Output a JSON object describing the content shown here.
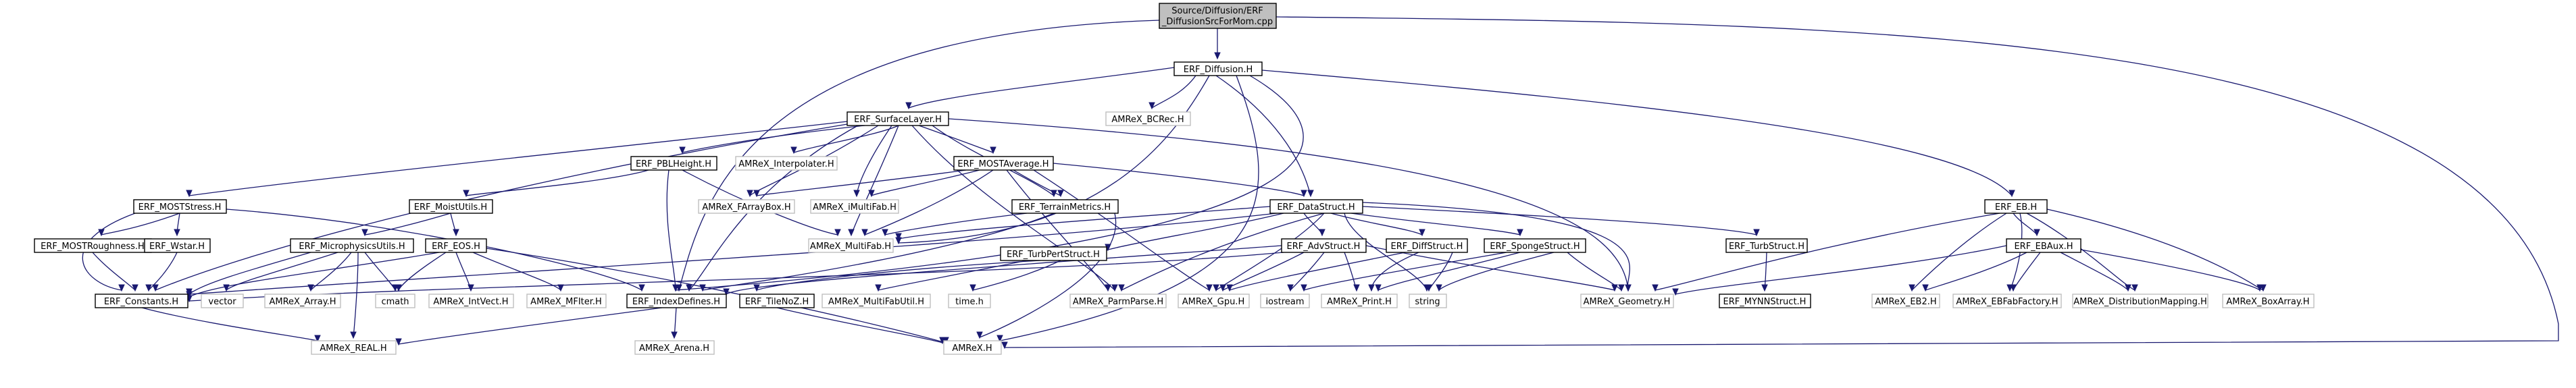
{
  "root": {
    "line1": "Source/Diffusion/ERF",
    "line2": "_DiffusionSrcForMom.cpp"
  },
  "nodes": {
    "diffusion": "ERF_Diffusion.H",
    "surfacelayer": "ERF_SurfaceLayer.H",
    "bcrec": "AMReX_BCRec.H",
    "eb": "ERF_EB.H",
    "pblheight": "ERF_PBLHeight.H",
    "interpolater": "AMReX_Interpolater.H",
    "mostaverage": "ERF_MOSTAverage.H",
    "moststress": "ERF_MOSTStress.H",
    "moistutils": "ERF_MoistUtils.H",
    "farraybox": "AMReX_FArrayBox.H",
    "imultifab": "AMReX_iMultiFab.H",
    "terrainmetrics": "ERF_TerrainMetrics.H",
    "datastruct": "ERF_DataStruct.H",
    "ebaux": "ERF_EBAux.H",
    "mostroughness": "ERF_MOSTRoughness.H",
    "wstar": "ERF_Wstar.H",
    "microutils": "ERF_MicrophysicsUtils.H",
    "eos": "ERF_EOS.H",
    "multifab": "AMReX_MultiFab.H",
    "turbpertstruct": "ERF_TurbPertStruct.H",
    "advstruct": "ERF_AdvStruct.H",
    "diffstruct": "ERF_DiffStruct.H",
    "spongestruct": "ERF_SpongeStruct.H",
    "turbstruct": "ERF_TurbStruct.H",
    "constants": "ERF_Constants.H",
    "vector": "vector",
    "array": "AMReX_Array.H",
    "cmath": "cmath",
    "intvect": "AMReX_IntVect.H",
    "mfiter": "AMReX_MFIter.H",
    "indexdefines": "ERF_IndexDefines.H",
    "tilenoz": "ERF_TileNoZ.H",
    "multifabutil": "AMReX_MultiFabUtil.H",
    "timeh": "time.h",
    "parmparse": "AMReX_ParmParse.H",
    "gpu": "AMReX_Gpu.H",
    "iostream": "iostream",
    "print": "AMReX_Print.H",
    "string": "string",
    "geometry": "AMReX_Geometry.H",
    "mynnstruct": "ERF_MYNNStruct.H",
    "eb2": "AMReX_EB2.H",
    "ebfabfactory": "AMReX_EBFabFactory.H",
    "distmapping": "AMReX_DistributionMapping.H",
    "boxarray": "AMReX_BoxArray.H",
    "real": "AMReX_REAL.H",
    "arena": "AMReX_Arena.H",
    "amrex": "AMReX.H"
  },
  "colors": {
    "edge": "#191970",
    "root_fill": "#bfbfbf",
    "external_border": "#bfbfbf",
    "node_border": "#000000"
  }
}
